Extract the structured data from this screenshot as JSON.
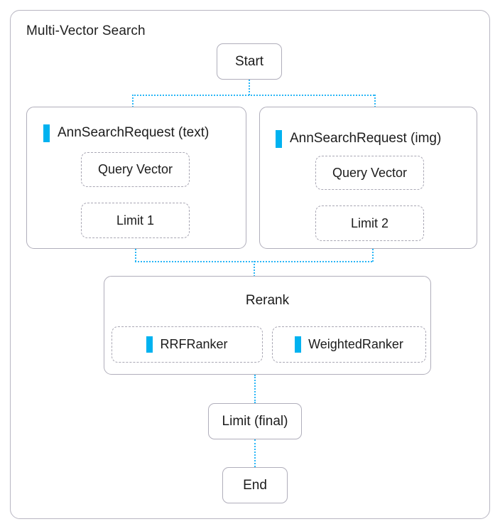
{
  "diagram": {
    "title": "Multi-Vector Search",
    "accent_color": "#00b2f0",
    "node_border_color": "#b0aebb",
    "connector_color": "#29b6f6",
    "nodes": {
      "start": {
        "label": "Start"
      },
      "request_text": {
        "label": "AnnSearchRequest (text)",
        "marker": "accent-bar",
        "children": [
          {
            "label": "Query Vector"
          },
          {
            "label": "Limit 1"
          }
        ]
      },
      "request_img": {
        "label": "AnnSearchRequest (img)",
        "marker": "accent-bar",
        "children": [
          {
            "label": "Query Vector"
          },
          {
            "label": "Limit 2"
          }
        ]
      },
      "rerank": {
        "label": "Rerank",
        "children": [
          {
            "label": "RRFRanker",
            "marker": "accent-bar"
          },
          {
            "label": "WeightedRanker",
            "marker": "accent-bar"
          }
        ]
      },
      "limit_final": {
        "label": "Limit (final)"
      },
      "end": {
        "label": "End"
      }
    },
    "edges": [
      {
        "from": "start",
        "to": "request_text",
        "style": "dotted"
      },
      {
        "from": "start",
        "to": "request_img",
        "style": "dotted"
      },
      {
        "from": "request_text",
        "to": "rerank",
        "style": "dotted"
      },
      {
        "from": "request_img",
        "to": "rerank",
        "style": "dotted"
      },
      {
        "from": "rerank",
        "to": "limit_final",
        "style": "dotted"
      },
      {
        "from": "limit_final",
        "to": "end",
        "style": "dotted"
      }
    ]
  }
}
